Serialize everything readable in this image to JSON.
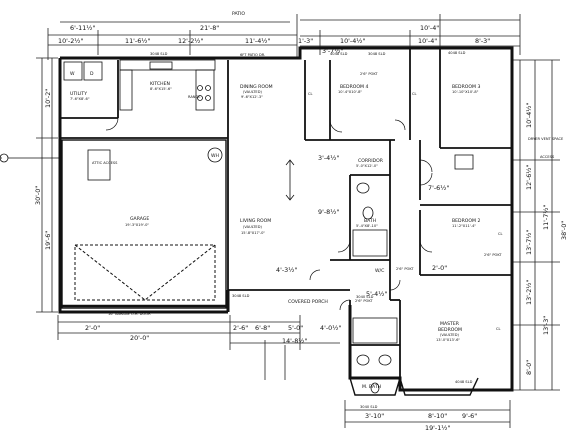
{
  "rooms": {
    "patio": "PATIO",
    "utility": "UTILITY",
    "utility_size": "7'-6\"X8'-6\"",
    "kitchen": "KITCHEN",
    "kitchen_size": "8'-6\"X15'-6\"",
    "range": "RANGE",
    "dining": "DINING ROOM",
    "dining_vaulted": "(VAULTED)",
    "dining_size": "9'-6\"X12'-3\"",
    "living": "LIVING ROOM",
    "living_vaulted": "(VAULTED)",
    "living_size": "15'-8\"X17'-0\"",
    "garage": "GARAGE",
    "garage_size": "19'-3\"X19'-0\"",
    "bedroom4": "BEDROOM 4",
    "bedroom4_size": "10'-4\"X10'-8\"",
    "bedroom3": "BEDROOM 3",
    "bedroom3_size": "10'-10\"X10'-8\"",
    "bedroom2": "BEDROOM 2",
    "bedroom2_size": "11'-2\"X11'-4\"",
    "corridor": "CORRIDOR",
    "corridor_size": "5'-0\"X12'-0\"",
    "bath": "BATH",
    "bath_size": "5'-4\"X8'-10\"",
    "master": "MASTER",
    "master_sub": "BEDROOM",
    "master_vaulted": "(VAULTED)",
    "master_size": "13'-0\"X13'-6\"",
    "mbath": "M. BATH",
    "covered_porch": "COVERED PORCH",
    "wic": "W/C",
    "wh": "WH",
    "access": "ATTIC ACCESS",
    "cl": "CL"
  },
  "doors": {
    "patio_door": "6FT PATIO DR.",
    "garage_door": "16' GARAGE O.H. DOOR",
    "sl1": "3048 SLD",
    "sl2": "4048 SLD",
    "sl3": "4048 SLD",
    "sl4": "3048 SLD",
    "sl5": "3040 SLD",
    "sl6": "4048 SLD",
    "sl7": "3040 SLD",
    "sl8": "4048 SLD",
    "sl9": "3048 SLD",
    "pf1": "2'6\" POKT",
    "pf2": "2'6\" POKT",
    "pf3": "2'6\" POKT",
    "pf4": "2'6\" POKT"
  },
  "dims": {
    "t1": "6'-11½\"",
    "t2": "21'-8\"",
    "t3": "11'-4½\"",
    "t4": "10'-2½\"",
    "t5": "11'-6½\"",
    "t6": "12'-2½\"",
    "t7": "1'-3\"",
    "t8": "10'-4½\"",
    "t9": "10'-4\"",
    "t10": "8'-3\"",
    "t11": "3'-7½\"",
    "t12": "10'-4\"",
    "l1": "10'-2\"",
    "l2": "30'-0\"",
    "l3": "19'-6\"",
    "r1": "10'-4½\"",
    "r2": "12'-6½\"",
    "r3": "38'-0\"",
    "r4": "11'-7½\"",
    "r5": "13'-7½\"",
    "r6": "13'-2½\"",
    "r7": "13'-3\"",
    "r8": "8'-0\"",
    "m1": "3'-4½\"",
    "m2": "9'-8½\"",
    "m3": "7'-6½\"",
    "m4": "4'-3½\"",
    "m5": "5'-4½\"",
    "m6": "2'-0\"",
    "b1": "2'-0\"",
    "b2": "2'-6\"",
    "b3": "6'-8\"",
    "b4": "5'-0\"",
    "b5": "4'-0½\"",
    "b6": "20'-0\"",
    "b7": "14'-8½\"",
    "b8": "3'-10\"",
    "b9": "8'-10\"",
    "b10": "9'-6\"",
    "b11": "19'-1½\""
  },
  "notes": {
    "dryer": "DRYER VENT SPACE",
    "access": "ACCESS"
  },
  "marks": {
    "w": "W",
    "d": "D"
  }
}
